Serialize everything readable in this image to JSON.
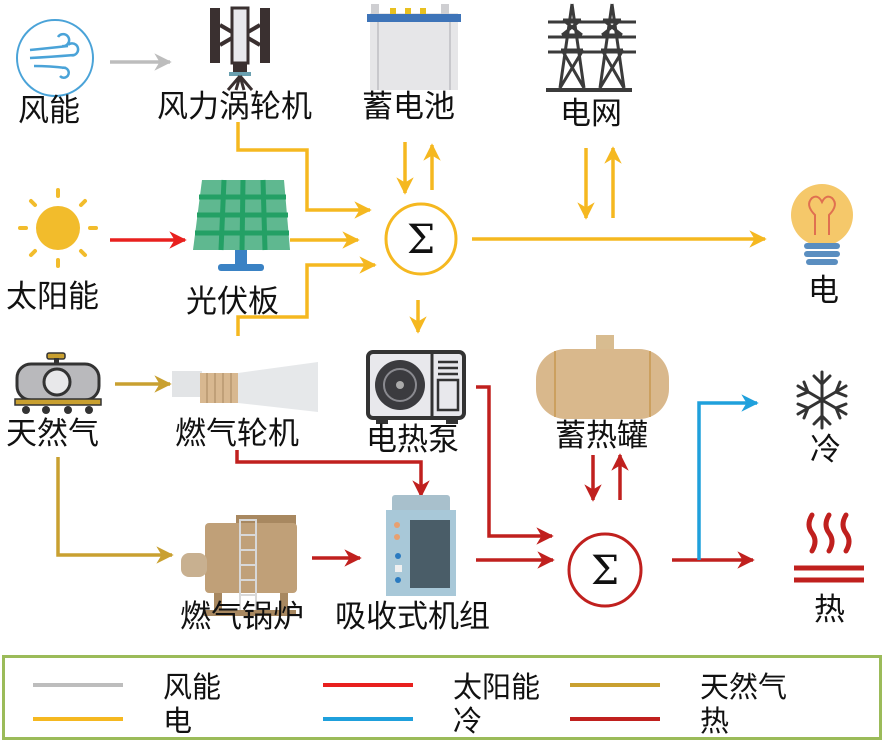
{
  "colors": {
    "wind": "#bdbdbd",
    "solar": "#e8201e",
    "gas": "#c9a030",
    "electricity": "#f5b820",
    "cooling": "#1fa0dc",
    "heat": "#c0201e"
  },
  "nodes": {
    "wind_energy": {
      "label": "风能",
      "icon": "wind-icon"
    },
    "wind_turbine": {
      "label": "风力涡轮机",
      "icon": "wind-turbine-icon"
    },
    "battery": {
      "label": "蓄电池",
      "icon": "battery-icon"
    },
    "grid": {
      "label": "电网",
      "icon": "power-tower-icon"
    },
    "solar_energy": {
      "label": "太阳能",
      "icon": "sun-icon"
    },
    "pv_panel": {
      "label": "光伏板",
      "icon": "solar-panel-icon"
    },
    "electricity_sum": {
      "label": "Σ",
      "icon": "summation-node"
    },
    "electricity_out": {
      "label": "电",
      "icon": "light-bulb-icon"
    },
    "natural_gas": {
      "label": "天然气",
      "icon": "gas-tank-icon"
    },
    "gas_turbine": {
      "label": "燃气轮机",
      "icon": "gas-turbine-icon"
    },
    "heat_pump": {
      "label": "电热泵",
      "icon": "heat-pump-icon"
    },
    "heat_storage": {
      "label": "蓄热罐",
      "icon": "storage-tank-icon"
    },
    "cooling_out": {
      "label": "冷",
      "icon": "snowflake-icon"
    },
    "gas_boiler": {
      "label": "燃气锅炉",
      "icon": "boiler-icon"
    },
    "absorption_unit": {
      "label": "吸收式机组",
      "icon": "absorption-chiller-icon"
    },
    "heat_sum": {
      "label": "Σ",
      "icon": "summation-node"
    },
    "heat_out": {
      "label": "热",
      "icon": "heat-waves-icon"
    }
  },
  "legend": [
    {
      "label": "风能",
      "color": "#bdbdbd"
    },
    {
      "label": "太阳能",
      "color": "#e8201e"
    },
    {
      "label": "天然气",
      "color": "#c9a030"
    },
    {
      "label": "电",
      "color": "#f5b820"
    },
    {
      "label": "冷",
      "color": "#1fa0dc"
    },
    {
      "label": "热",
      "color": "#c0201e"
    }
  ]
}
